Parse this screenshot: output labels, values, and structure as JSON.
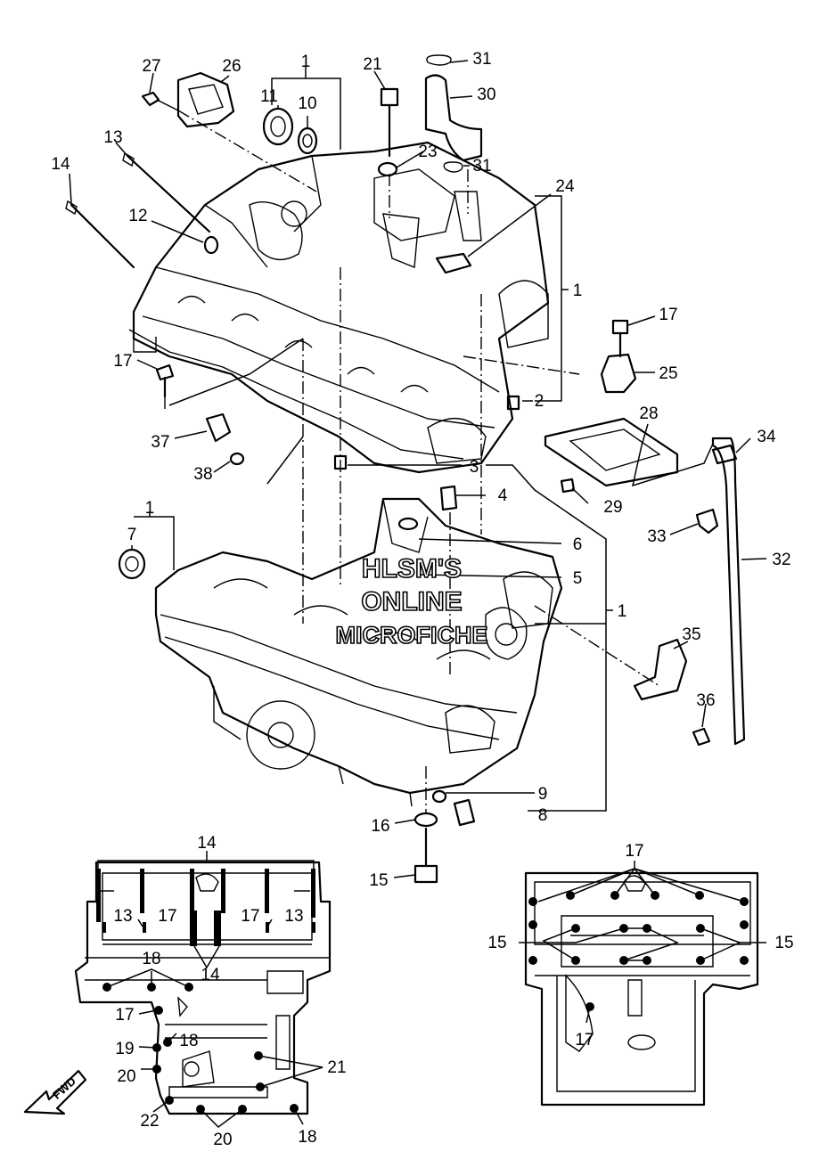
{
  "watermark": [
    "HLSM'S",
    "ONLINE",
    "MICROFICHE"
  ],
  "fwd_label": "FWD",
  "callouts": [
    {
      "id": "c1a",
      "text": "1"
    },
    {
      "id": "c1b",
      "text": "1"
    },
    {
      "id": "c1c",
      "text": "1"
    },
    {
      "id": "c1d",
      "text": "1"
    },
    {
      "id": "c2",
      "text": "2"
    },
    {
      "id": "c3",
      "text": "3"
    },
    {
      "id": "c4",
      "text": "4"
    },
    {
      "id": "c5",
      "text": "5"
    },
    {
      "id": "c6",
      "text": "6"
    },
    {
      "id": "c7",
      "text": "7"
    },
    {
      "id": "c8",
      "text": "8"
    },
    {
      "id": "c9",
      "text": "9"
    },
    {
      "id": "c10",
      "text": "10"
    },
    {
      "id": "c11",
      "text": "11"
    },
    {
      "id": "c12",
      "text": "12"
    },
    {
      "id": "c13",
      "text": "13"
    },
    {
      "id": "c14",
      "text": "14"
    },
    {
      "id": "c15",
      "text": "15"
    },
    {
      "id": "c16",
      "text": "16"
    },
    {
      "id": "c17a",
      "text": "17"
    },
    {
      "id": "c17b",
      "text": "17"
    },
    {
      "id": "c21",
      "text": "21"
    },
    {
      "id": "c23",
      "text": "23"
    },
    {
      "id": "c24",
      "text": "24"
    },
    {
      "id": "c25",
      "text": "25"
    },
    {
      "id": "c26",
      "text": "26"
    },
    {
      "id": "c27",
      "text": "27"
    },
    {
      "id": "c28",
      "text": "28"
    },
    {
      "id": "c29",
      "text": "29"
    },
    {
      "id": "c30",
      "text": "30"
    },
    {
      "id": "c31a",
      "text": "31"
    },
    {
      "id": "c31b",
      "text": "31"
    },
    {
      "id": "c32",
      "text": "32"
    },
    {
      "id": "c33",
      "text": "33"
    },
    {
      "id": "c34",
      "text": "34"
    },
    {
      "id": "c35",
      "text": "35"
    },
    {
      "id": "c36",
      "text": "36"
    },
    {
      "id": "c37",
      "text": "37"
    },
    {
      "id": "c38",
      "text": "38"
    },
    {
      "id": "l14a",
      "text": "14"
    },
    {
      "id": "l14b",
      "text": "14"
    },
    {
      "id": "l13a",
      "text": "13"
    },
    {
      "id": "l13b",
      "text": "13"
    },
    {
      "id": "l17a",
      "text": "17"
    },
    {
      "id": "l17b",
      "text": "17"
    },
    {
      "id": "l18a",
      "text": "18"
    },
    {
      "id": "l17c",
      "text": "17"
    },
    {
      "id": "l18b",
      "text": "18"
    },
    {
      "id": "l19",
      "text": "19"
    },
    {
      "id": "l20a",
      "text": "20"
    },
    {
      "id": "l21",
      "text": "21"
    },
    {
      "id": "l22",
      "text": "22"
    },
    {
      "id": "l20b",
      "text": "20"
    },
    {
      "id": "l18c",
      "text": "18"
    },
    {
      "id": "r17a",
      "text": "17"
    },
    {
      "id": "r15a",
      "text": "15"
    },
    {
      "id": "r15b",
      "text": "15"
    },
    {
      "id": "r17b",
      "text": "17"
    }
  ]
}
